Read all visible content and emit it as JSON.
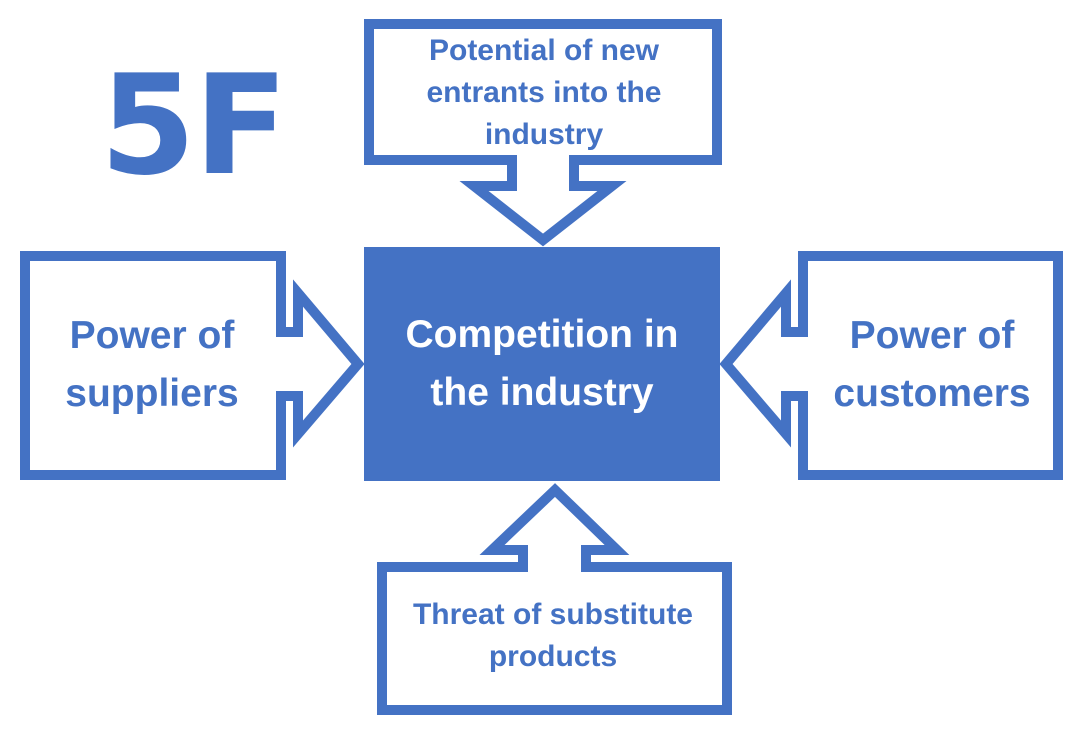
{
  "title": "5F",
  "colors": {
    "accent": "#4472C4",
    "background": "#FFFFFF",
    "center_text": "#FFFFFF"
  },
  "center": {
    "lines": [
      "Competition in",
      "the industry"
    ]
  },
  "forces": {
    "top": {
      "lines": [
        "Potential of new",
        "entrants into the",
        "industry"
      ]
    },
    "left": {
      "lines": [
        "Power of",
        "suppliers"
      ]
    },
    "right": {
      "lines": [
        "Power of",
        "customers"
      ]
    },
    "bottom": {
      "lines": [
        "Threat of substitute",
        "products"
      ]
    }
  }
}
